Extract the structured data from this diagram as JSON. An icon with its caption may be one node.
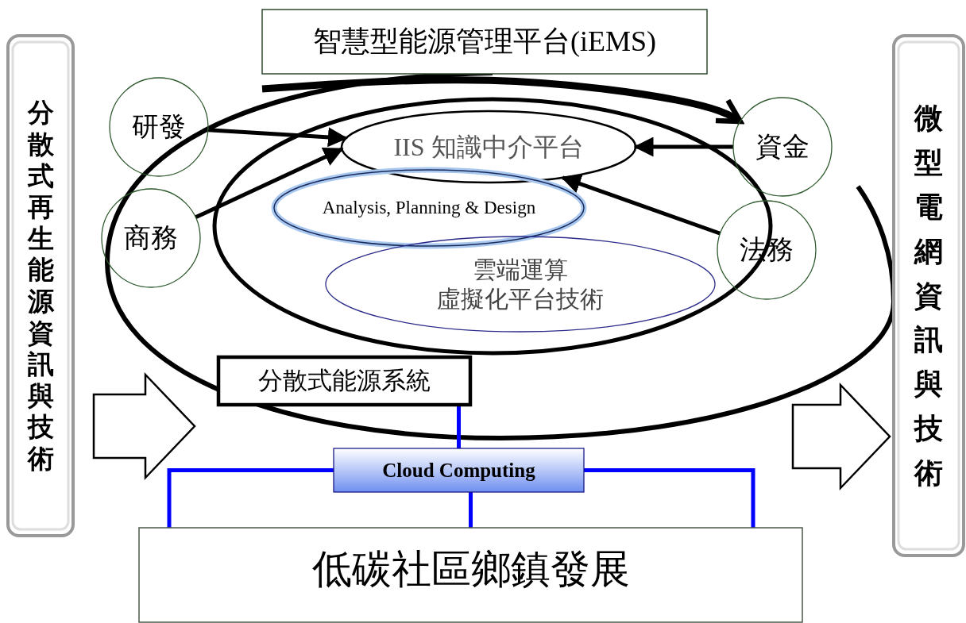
{
  "diagram": {
    "nodes": [
      {
        "text": [
          "智慧型能源管理平台(iEMS)"
        ]
      },
      {
        "text": [
          "分散式再生能源資訊與技術"
        ]
      },
      {
        "text": [
          "微型電網資訊與技術"
        ]
      },
      {
        "text": [
          "研發"
        ]
      },
      {
        "text": [
          "商務"
        ]
      },
      {
        "text": [
          "資金"
        ]
      },
      {
        "text": [
          "法務"
        ]
      },
      {
        "text": [
          "IIS 知識中介平台"
        ]
      },
      {
        "text": [
          "Analysis, Planning & Design"
        ]
      },
      {
        "text": [
          "雲端運算",
          "虛擬化平台技術"
        ]
      },
      {
        "text": [
          "分散式能源系統"
        ]
      },
      {
        "text": [
          "Cloud Computing"
        ]
      },
      {
        "text": [
          "低碳社區鄉鎮發展"
        ]
      }
    ],
    "edges": [
      {
        "from": 3,
        "to": 7,
        "arrow": "to"
      },
      {
        "from": 4,
        "to": 7,
        "arrow": "to"
      },
      {
        "from": 5,
        "to": 7,
        "arrow": "to"
      },
      {
        "from": 6,
        "to": 7,
        "arrow": "to"
      },
      {
        "from": null,
        "to": 5,
        "arrow": "to",
        "style": "thick"
      },
      {
        "from": 1,
        "to": null,
        "arrow": "to"
      },
      {
        "from": null,
        "to": 2,
        "arrow": "to"
      },
      {
        "from": 10,
        "to": 11,
        "arrow": "none",
        "color": "#0000ff"
      },
      {
        "from": 11,
        "to": 12,
        "arrow": "none",
        "color": "#0000ff"
      },
      {
        "from": 11,
        "to": 12,
        "arrow": "none",
        "color": "#0000ff"
      },
      {
        "from": 11,
        "to": 12,
        "arrow": "none",
        "color": "#0000ff"
      }
    ]
  }
}
